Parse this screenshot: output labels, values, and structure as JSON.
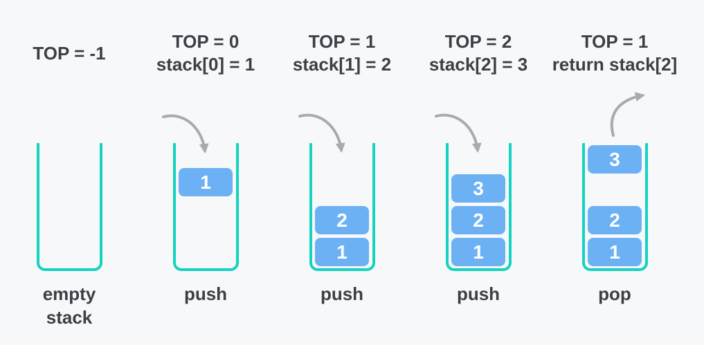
{
  "diagram": {
    "title": "stack push pop visualization",
    "colors": {
      "background": "#f7f8fa",
      "stack_border": "#15d3c1",
      "box_fill": "#6db1f5",
      "box_text": "#ffffff",
      "heading_text": "#3b4046",
      "arrow": "#a8aaac"
    }
  },
  "columns": [
    {
      "header_line1": "TOP = -1",
      "header_line2": "",
      "label": "empty stack",
      "arrow": "none",
      "boxes": []
    },
    {
      "header_line1": "TOP = 0",
      "header_line2": "stack[0] = 1",
      "label": "push",
      "arrow": "push-in",
      "boxes": [
        {
          "value": "1",
          "state": "entering"
        }
      ]
    },
    {
      "header_line1": "TOP = 1",
      "header_line2": "stack[1] = 2",
      "label": "push",
      "arrow": "push-in",
      "boxes": [
        {
          "value": "2",
          "state": "settled"
        },
        {
          "value": "1",
          "state": "settled"
        }
      ]
    },
    {
      "header_line1": "TOP = 2",
      "header_line2": "stack[2] = 3",
      "label": "push",
      "arrow": "push-in",
      "boxes": [
        {
          "value": "3",
          "state": "settled"
        },
        {
          "value": "2",
          "state": "settled"
        },
        {
          "value": "1",
          "state": "settled"
        }
      ]
    },
    {
      "header_line1": "TOP = 1",
      "header_line2": "return stack[2]",
      "label": "pop",
      "arrow": "pop-out",
      "boxes": [
        {
          "value": "3",
          "state": "popped"
        },
        {
          "value": "2",
          "state": "settled"
        },
        {
          "value": "1",
          "state": "settled"
        }
      ]
    }
  ]
}
